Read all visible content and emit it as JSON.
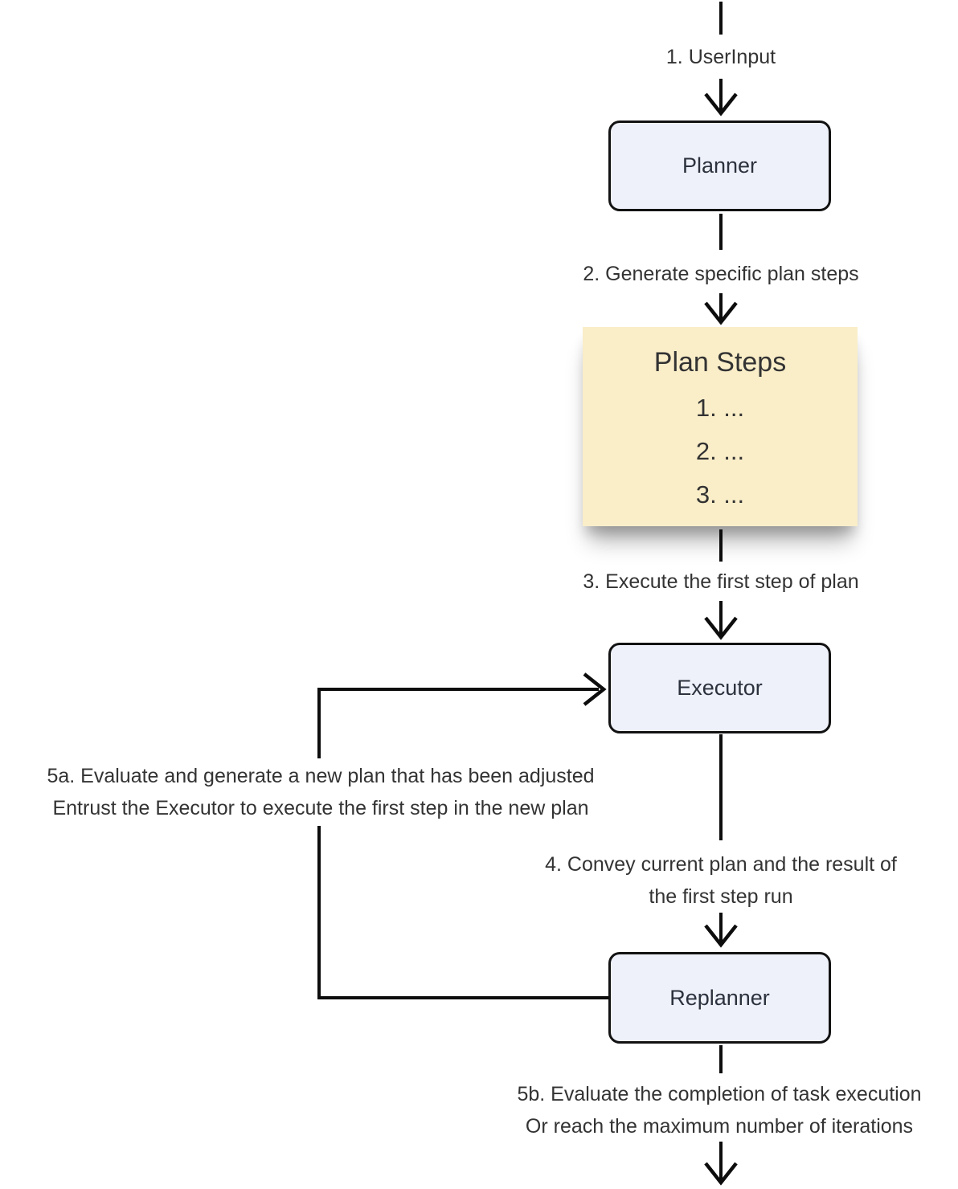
{
  "diagram": {
    "nodes": {
      "planner": {
        "label": "Planner"
      },
      "plan_steps": {
        "title": "Plan Steps",
        "items": [
          "1. ...",
          "2. ...",
          "3. ..."
        ]
      },
      "executor": {
        "label": "Executor"
      },
      "replanner": {
        "label": "Replanner"
      }
    },
    "edge_labels": {
      "user_input": "1. UserInput",
      "generate_steps": "2. Generate specific plan steps",
      "execute_first": "3. Execute the first step of plan",
      "convey": {
        "line1": "4. Convey current plan and the result of",
        "line2": "the first step run"
      },
      "replan": {
        "line1": "5a. Evaluate and generate a new plan that has been adjusted",
        "line2": "Entrust the Executor to execute the first step in the new plan"
      },
      "complete": {
        "line1": "5b. Evaluate the completion of task execution",
        "line2": "Or reach the maximum number of iterations"
      }
    },
    "colors": {
      "background": "#ffffff",
      "node_fill": "#eef1fa",
      "node_border": "#121212",
      "plan_steps_fill": "#faeec9",
      "text": "#333333",
      "arrow": "#0d0d0d"
    }
  }
}
